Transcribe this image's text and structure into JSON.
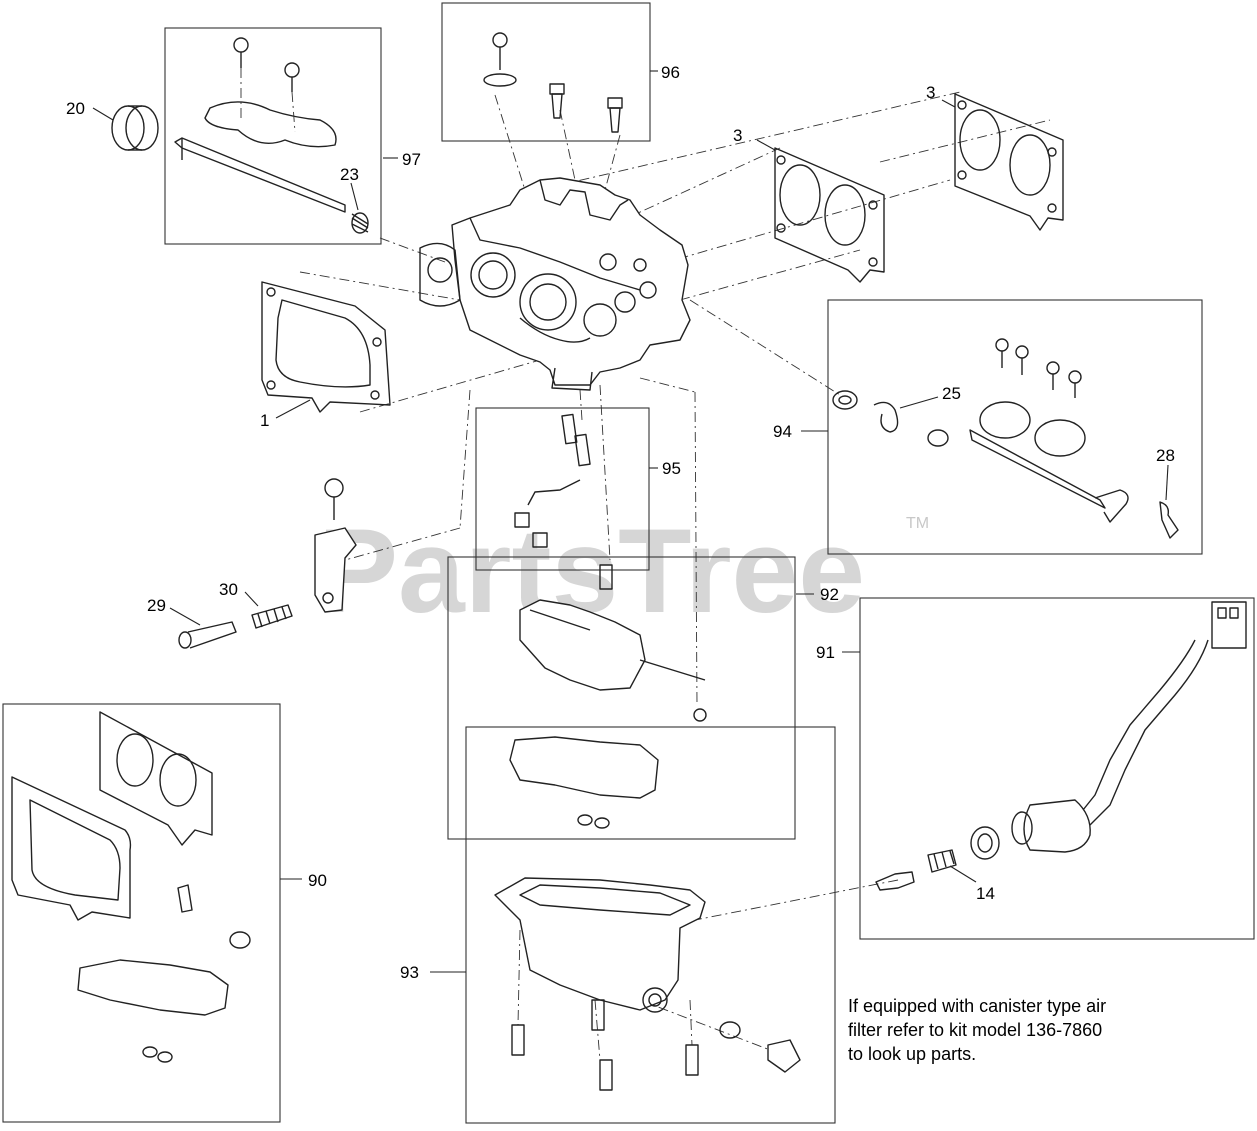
{
  "watermark": {
    "text": "PartsTree",
    "tm": "TM"
  },
  "callouts": {
    "c1": "1",
    "c3a": "3",
    "c3b": "3",
    "c14": "14",
    "c20": "20",
    "c23": "23",
    "c25": "25",
    "c28": "28",
    "c29": "29",
    "c30": "30",
    "c90": "90",
    "c91": "91",
    "c92": "92",
    "c93": "93",
    "c94": "94",
    "c95": "95",
    "c96": "96",
    "c97": "97"
  },
  "note": {
    "line1": "If equipped with canister type air",
    "line2": "filter refer to kit model 136-7860",
    "line3": "to look up parts."
  }
}
